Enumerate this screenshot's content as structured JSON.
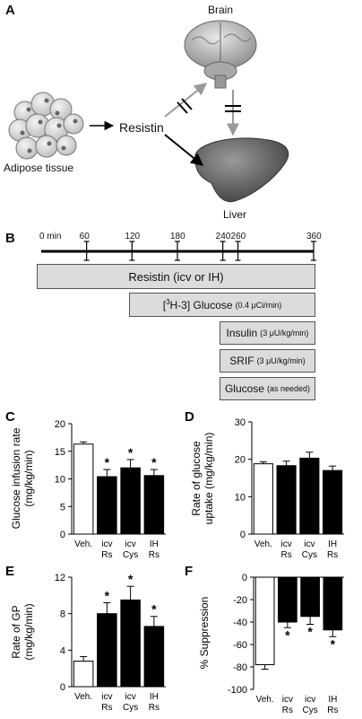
{
  "panelA": {
    "letter": "A",
    "brain": "Brain",
    "resistin": "Resistin",
    "adipose": "Adipose tissue",
    "liver": "Liver"
  },
  "panelB": {
    "letter": "B",
    "time_unit": "min",
    "timepoints": [
      "0",
      "60",
      "120",
      "180",
      "240",
      "260",
      "360"
    ],
    "bars": {
      "resistin": "Resistin (icv or IH)",
      "glucose_tracer_label": "Glucose",
      "glucose_tracer_rate": "(0.4 μCi/min)",
      "insulin_label": "Insulin",
      "insulin_rate": "(3 μU/kg/min)",
      "srif_label": "SRIF",
      "srif_rate": "(3 μU/kg/min)",
      "glucose_label": "Glucose",
      "glucose_rate": "(as needed)"
    }
  },
  "chart_data": [
    {
      "panel": "C",
      "type": "bar",
      "categories": [
        [
          "Veh.",
          ""
        ],
        [
          "icv",
          "Rs"
        ],
        [
          "icv",
          "Cys"
        ],
        [
          "IH",
          "Rs"
        ]
      ],
      "values": [
        16.3,
        10.4,
        12.0,
        10.6
      ],
      "errors": [
        0.4,
        1.3,
        1.5,
        1.1
      ],
      "significant": [
        false,
        true,
        true,
        true
      ],
      "colors": [
        "#ffffff",
        "#000000",
        "#000000",
        "#000000"
      ],
      "ylabel": [
        "Glucose infusion rate",
        "(mg/kg/min)"
      ],
      "ylim": [
        0,
        20
      ],
      "yticks": [
        0,
        5,
        10,
        15,
        20
      ]
    },
    {
      "panel": "D",
      "type": "bar",
      "categories": [
        [
          "Veh.",
          ""
        ],
        [
          "icv",
          "Rs"
        ],
        [
          "icv",
          "Cys"
        ],
        [
          "IH",
          "Rs"
        ]
      ],
      "values": [
        18.8,
        18.3,
        20.3,
        17.0
      ],
      "errors": [
        0.5,
        1.2,
        1.6,
        1.2
      ],
      "significant": [
        false,
        false,
        false,
        false
      ],
      "colors": [
        "#ffffff",
        "#000000",
        "#000000",
        "#000000"
      ],
      "ylabel": [
        "Rate of glucose",
        "uptake (mg/kg/min)"
      ],
      "ylim": [
        0,
        30
      ],
      "yticks": [
        0,
        10,
        20,
        30
      ]
    },
    {
      "panel": "E",
      "type": "bar",
      "categories": [
        [
          "Veh.",
          ""
        ],
        [
          "icv",
          "Rs"
        ],
        [
          "icv",
          "Cys"
        ],
        [
          "IH",
          "Rs"
        ]
      ],
      "values": [
        2.8,
        8.0,
        9.5,
        6.6
      ],
      "errors": [
        0.5,
        1.2,
        1.5,
        1.1
      ],
      "significant": [
        false,
        true,
        true,
        true
      ],
      "colors": [
        "#ffffff",
        "#000000",
        "#000000",
        "#000000"
      ],
      "ylabel": [
        "Rate of GP",
        "(mg/kg/min)"
      ],
      "ylim": [
        0,
        12
      ],
      "yticks": [
        0,
        4,
        8,
        12
      ]
    },
    {
      "panel": "F",
      "type": "bar",
      "categories": [
        [
          "Veh.",
          ""
        ],
        [
          "icv",
          "Rs"
        ],
        [
          "icv",
          "Cys"
        ],
        [
          "IH",
          "Rs"
        ]
      ],
      "values": [
        -78,
        -40,
        -35,
        -47
      ],
      "errors": [
        4,
        5,
        7,
        6
      ],
      "significant": [
        false,
        true,
        true,
        true
      ],
      "colors": [
        "#ffffff",
        "#000000",
        "#000000",
        "#000000"
      ],
      "ylabel": [
        "% Suppression"
      ],
      "ylim": [
        -100,
        0
      ],
      "yticks": [
        0,
        -20,
        -40,
        -60,
        -80,
        -100
      ]
    }
  ]
}
